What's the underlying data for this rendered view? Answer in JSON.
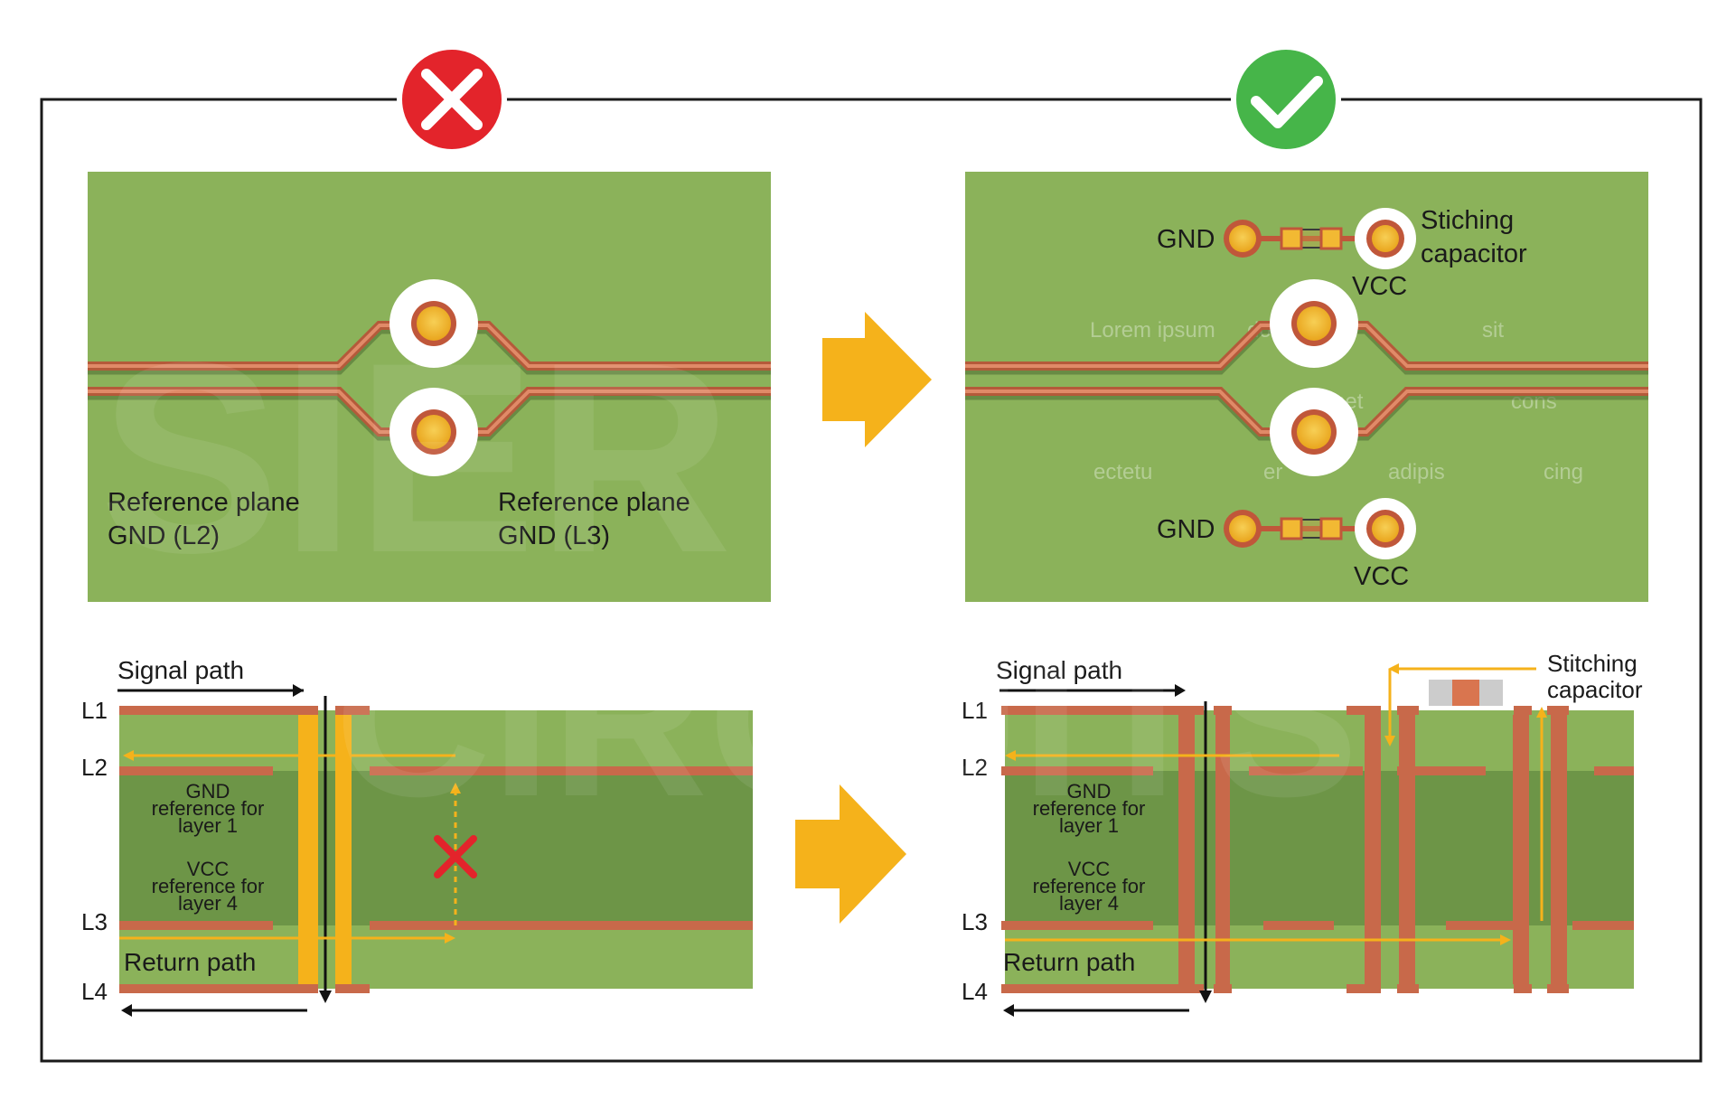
{
  "status": {
    "bad_icon": "x-mark-icon",
    "good_icon": "check-mark-icon",
    "bad_color": "#e3242b",
    "good_color": "#46b549"
  },
  "watermark": {
    "line1": "SIER",
    "line2": "CIRCUITS",
    "lorem": [
      "Lorem ipsum",
      "do",
      "sit",
      "amet",
      "cons",
      "ectetu",
      "er",
      "adipis",
      "cing"
    ]
  },
  "top_left": {
    "ref_plane_left": [
      "Reference plane",
      "GND (L2)"
    ],
    "ref_plane_right": [
      "Reference plane",
      "GND (L3)"
    ]
  },
  "top_right": {
    "gnd_label": "GND",
    "vcc_label": "VCC",
    "cap_label": [
      "Stiching",
      "capacitor"
    ]
  },
  "stackup": {
    "layers": [
      "L1",
      "L2",
      "L3",
      "L4"
    ],
    "signal_path": "Signal path",
    "return_path": "Return path",
    "gnd_ref": [
      "GND",
      "reference for",
      "layer 1"
    ],
    "vcc_ref": [
      "VCC",
      "reference for",
      "layer 4"
    ],
    "stitching_cap": [
      "Stitching",
      "capacitor"
    ]
  },
  "colors": {
    "board": "#8bb25a",
    "board_dark": "#6d9547",
    "copper": "#c8694a",
    "arrow": "#f5b21b",
    "pad": "#f2b933"
  }
}
